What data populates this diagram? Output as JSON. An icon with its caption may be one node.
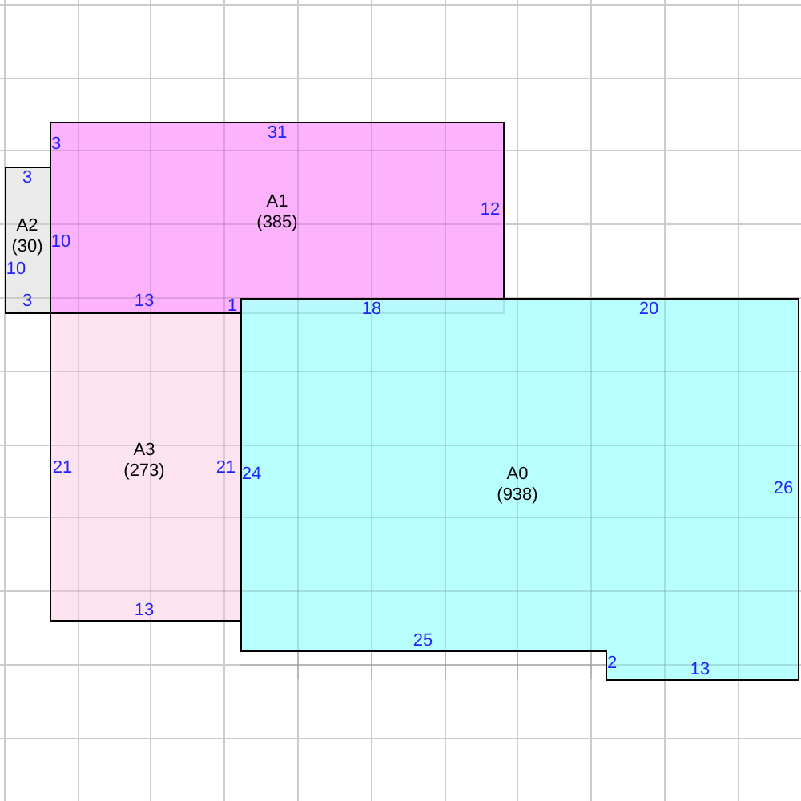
{
  "diagram": {
    "nodes": [
      {
        "text": [
          "A1",
          "(385)"
        ]
      },
      {
        "text": [
          "A2",
          "(30)"
        ]
      },
      {
        "text": [
          "A3",
          "(273)"
        ]
      },
      {
        "text": [
          "A0",
          "(938)"
        ]
      }
    ],
    "labels": [
      "31",
      "3",
      "3",
      "12",
      "10",
      "10",
      "3",
      "13",
      "1",
      "18",
      "20",
      "21",
      "21",
      "24",
      "26",
      "13",
      "25",
      "2",
      "13"
    ]
  }
}
